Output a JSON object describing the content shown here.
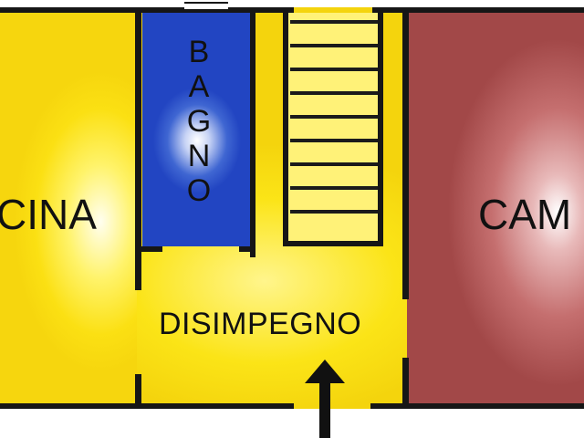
{
  "plan": {
    "rooms": {
      "cucina": {
        "label": "CINA",
        "color": "#f8da10"
      },
      "bagno": {
        "letters": [
          "B",
          "A",
          "G",
          "N",
          "O"
        ],
        "color": "#2245c2"
      },
      "disimpegno": {
        "label": "DISIMPEGNO",
        "color": "#fbe417"
      },
      "camera": {
        "label": "CAM",
        "color": "#a24848"
      }
    },
    "stair_color": "#fff278",
    "wall_color": "#161616",
    "icons": [
      "stair-treads",
      "entrance-arrow-icon",
      "window-bagno"
    ]
  }
}
